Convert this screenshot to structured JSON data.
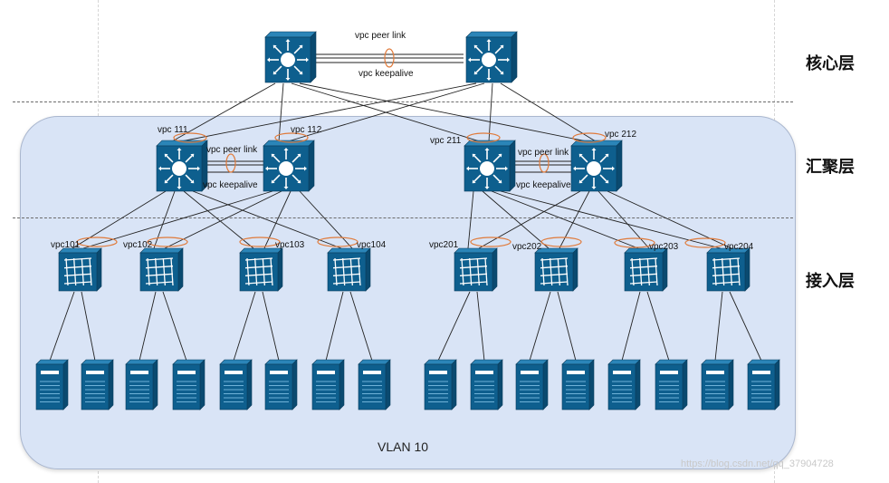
{
  "layers": {
    "core": "核心层",
    "aggregation": "汇聚层",
    "access": "接入层"
  },
  "vlan_label": "VLAN 10",
  "core": {
    "peer_link_label": "vpc peer link",
    "keepalive_label": "vpc keepalive"
  },
  "aggregation": {
    "left": {
      "peer_link_label": "vpc peer link",
      "keepalive_label": "vpc keepalive",
      "vpc_a": "vpc 111",
      "vpc_b": "vpc 112"
    },
    "right": {
      "peer_link_label": "vpc peer link",
      "keepalive_label": "vpc keepalive",
      "vpc_a": "vpc 211",
      "vpc_b": "vpc 212"
    }
  },
  "access": {
    "vpc_labels": [
      "vpc101",
      "vpc102",
      "vpc103",
      "vpc104",
      "vpc201",
      "vpc202",
      "vpc203",
      "vpc204"
    ]
  },
  "watermark": "https://blog.csdn.net/qq_37904728",
  "colors": {
    "device_fill": "#0e5f8e",
    "device_shade": "#0a4a70",
    "device_top": "#2b85b8",
    "panel": "#d9e4f6",
    "lag_ring": "#e07a3a"
  }
}
